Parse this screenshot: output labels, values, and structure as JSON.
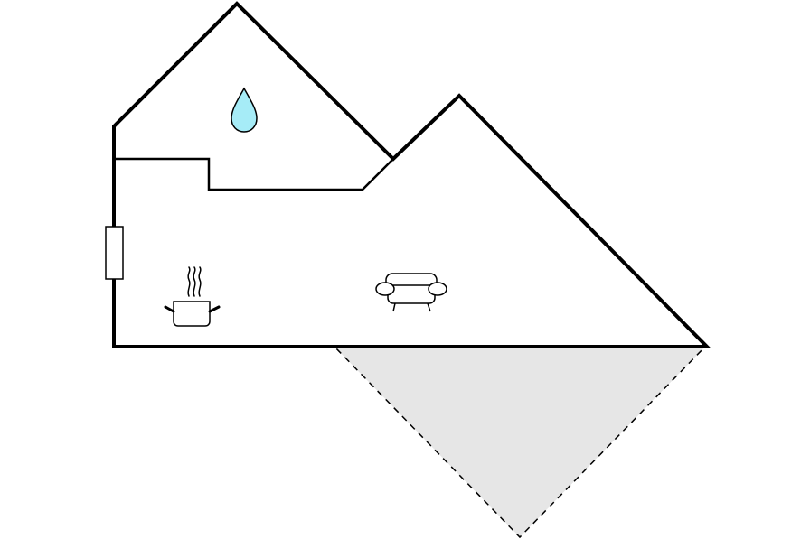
{
  "floorplan": {
    "rooms": [
      {
        "id": "bathroom",
        "icon": "water-drop-icon"
      },
      {
        "id": "living-kitchen",
        "icon": "sofa-icon"
      },
      {
        "id": "kitchen-area",
        "icon": "cooking-pot-icon"
      }
    ],
    "window": {
      "wall": "left"
    },
    "terrace": {
      "style": "dashed-outline",
      "fill": "#e6e6e6"
    },
    "colors": {
      "wall": "#000000",
      "background": "#ffffff",
      "terrace_fill": "#e6e6e6",
      "water_drop": "#a6ecf7"
    }
  }
}
